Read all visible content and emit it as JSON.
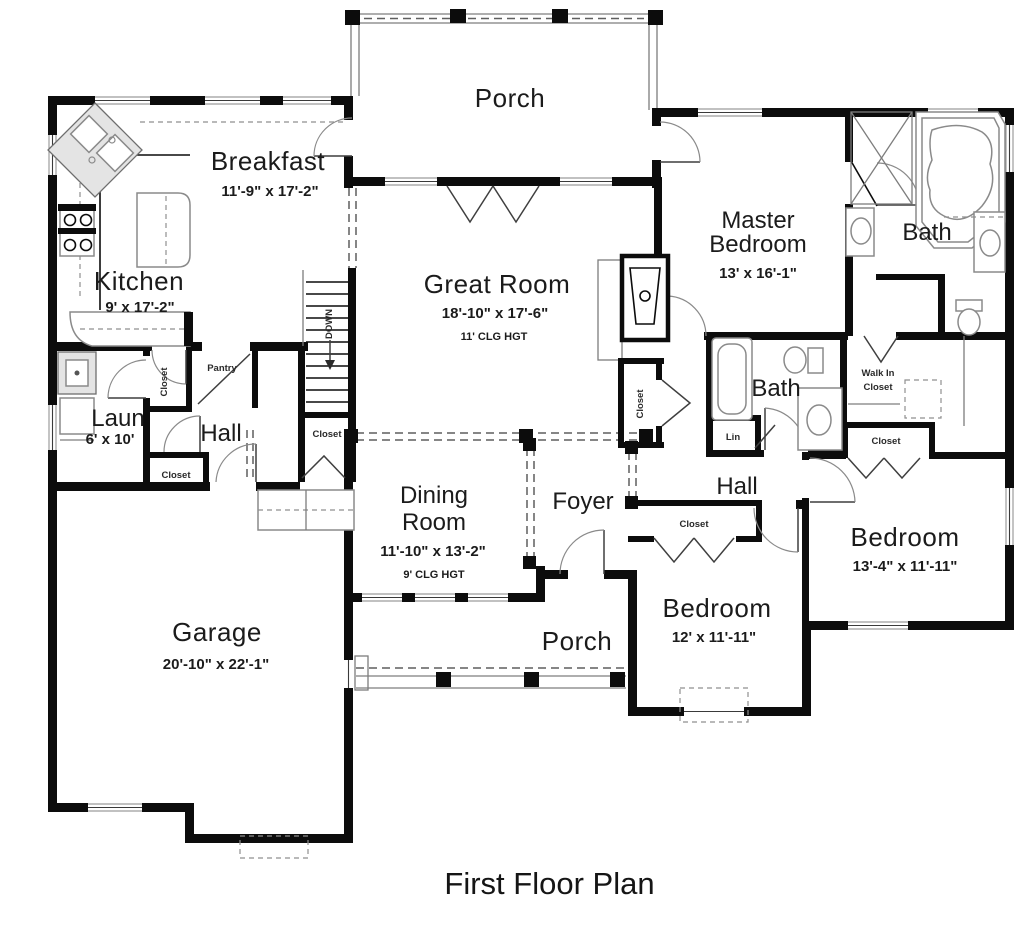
{
  "title": "First Floor Plan",
  "rooms": {
    "porch_top": {
      "name": "Porch"
    },
    "breakfast": {
      "name": "Breakfast",
      "dims": "11'-9\" x 17'-2\""
    },
    "kitchen": {
      "name": "Kitchen",
      "dims": "9' x 17'-2\""
    },
    "great_room": {
      "name": "Great Room",
      "dims": "18'-10\" x 17'-6\"",
      "ceiling": "11' CLG HGT"
    },
    "master_bedroom": {
      "name_line1": "Master",
      "name_line2": "Bedroom",
      "dims": "13' x 16'-1\""
    },
    "master_bath": {
      "name": "Bath"
    },
    "laundry": {
      "name": "Laun",
      "dims": "6' x 10'"
    },
    "hall_left": {
      "name": "Hall"
    },
    "pantry": {
      "name": "Pantry"
    },
    "stairs": {
      "down_label": "DOWN"
    },
    "bath_hall": {
      "name": "Bath"
    },
    "linen": {
      "name": "Lin"
    },
    "walk_in_closet": {
      "name_line1": "Walk In",
      "name_line2": "Closet"
    },
    "hall_right": {
      "name": "Hall"
    },
    "foyer": {
      "name": "Foyer"
    },
    "dining_room": {
      "name_line1": "Dining",
      "name_line2": "Room",
      "dims": "11'-10\" x 13'-2\"",
      "ceiling": "9' CLG HGT"
    },
    "porch_front": {
      "name": "Porch"
    },
    "garage": {
      "name": "Garage",
      "dims": "20'-10\" x 22'-1\""
    },
    "bedroom_middle": {
      "name": "Bedroom",
      "dims": "12' x 11'-11\""
    },
    "bedroom_right": {
      "name": "Bedroom",
      "dims": "13'-4\" x 11'-11\""
    }
  },
  "labels": {
    "closet": "Closet"
  },
  "colors": {
    "wall": "#0c0c0c",
    "fixture": "#8a8a8a",
    "dash": "#5f5f5f",
    "text": "#1b1b1b"
  }
}
